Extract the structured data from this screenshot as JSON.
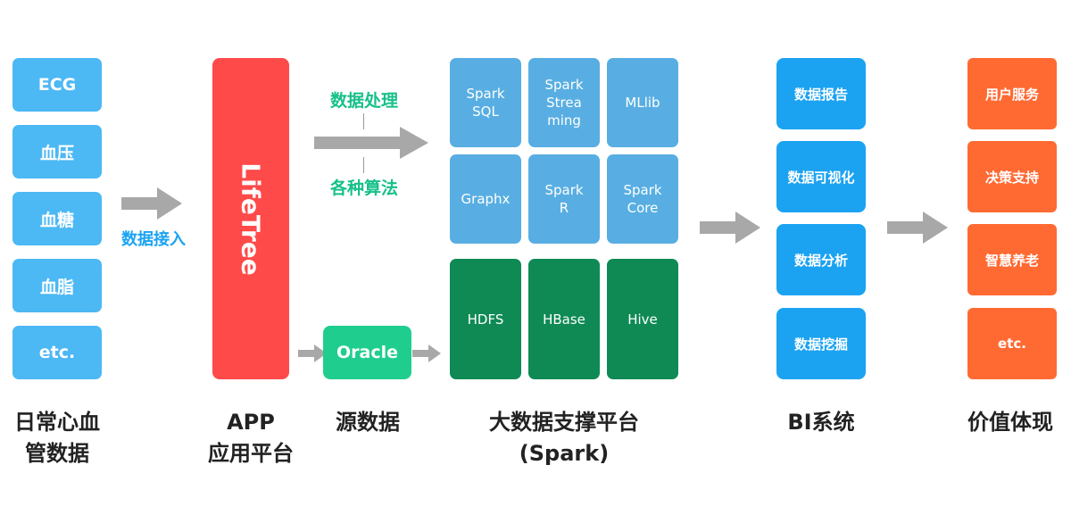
{
  "daily_data": {
    "items": [
      "ECG",
      "血压",
      "血糖",
      "血脂",
      "etc."
    ],
    "caption": "日常心血\n管数据"
  },
  "data_ingest_label": "数据接入",
  "app": {
    "name": "LifeTree",
    "caption": "APP\n应用平台"
  },
  "source": {
    "processing_label": "数据处理",
    "algorithm_label": "各种算法",
    "oracle_label": "Oracle",
    "caption": "源数据"
  },
  "spark_platform": {
    "modules": [
      "Spark\nSQL",
      "Spark\nStrea\nming",
      "MLlib",
      "Graphx",
      "Spark\nR",
      "Spark\nCore"
    ],
    "storage": [
      "HDFS",
      "HBase",
      "Hive"
    ],
    "caption": "大数据支撑平台\n(Spark)"
  },
  "bi": {
    "items": [
      "数据报告",
      "数据可视化",
      "数据分析",
      "数据挖掘"
    ],
    "caption": "BI系统"
  },
  "value": {
    "items": [
      "用户服务",
      "决策支持",
      "智慧养老",
      "etc."
    ],
    "caption": "价值体现"
  },
  "colors": {
    "light_blue": "#4cb8f4",
    "app_red": "#ff4a4a",
    "oracle_green": "#1fce8e",
    "spark_blue": "#58aee2",
    "storage_green": "#0f8a55",
    "bi_blue": "#1ba3f2",
    "value_orange": "#ff6a33",
    "arrow_gray": "#a8a8a8",
    "label_blue": "#1ba3f2",
    "label_green": "#17c08a"
  }
}
